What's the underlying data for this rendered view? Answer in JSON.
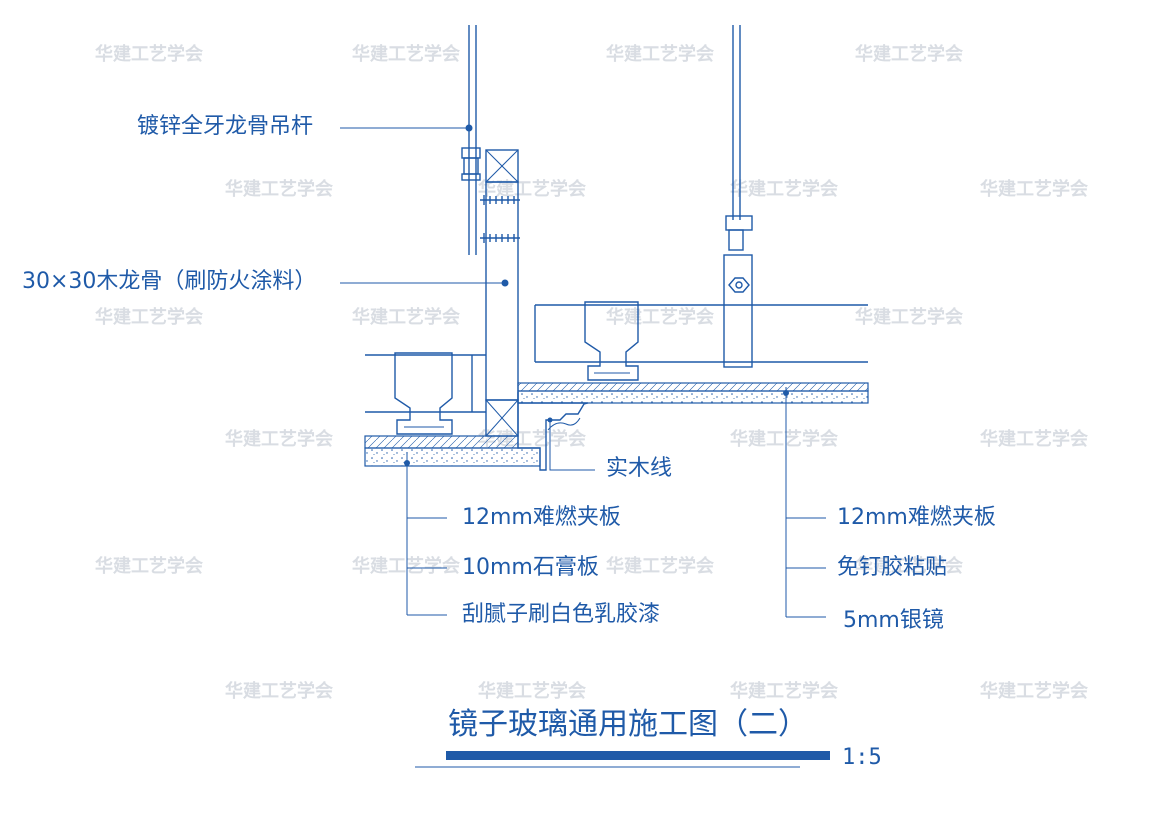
{
  "title": "镜子玻璃通用施工图（二）",
  "scale": "1:5",
  "watermark": "华建工艺学会",
  "labels": {
    "hanger_rod": "镀锌全牙龙骨吊杆",
    "wood_keel": "30×30木龙骨（刷防火涂料）",
    "solid_wood_line": "实木线",
    "left_board": "12mm难燃夹板",
    "left_gypsum": "10mm石膏板",
    "left_paint": "刮腻子刷白色乳胶漆",
    "right_board": "12mm难燃夹板",
    "right_glue": "免钉胶粘贴",
    "right_mirror": "5mm银镜"
  },
  "colors": {
    "line": "#1f5aa8",
    "watermark": "#d9dde3",
    "title_bar": "#1f5aa8"
  }
}
